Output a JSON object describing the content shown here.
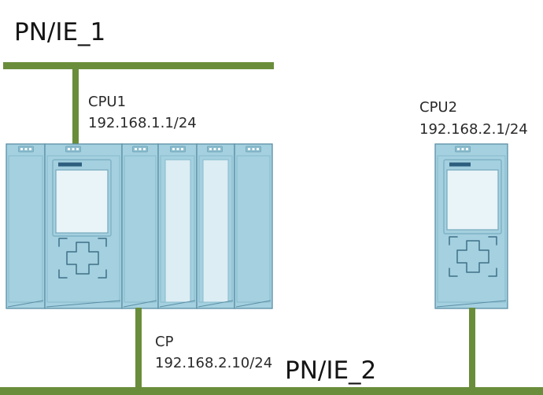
{
  "networks": [
    {
      "name": "PN/IE_1"
    },
    {
      "name": "PN/IE_2"
    }
  ],
  "devices": [
    {
      "name": "CPU1",
      "address": "192.168.1.1/24"
    },
    {
      "name": "CP",
      "address": "192.168.2.10/24"
    },
    {
      "name": "CPU2",
      "address": "192.168.2.1/24"
    }
  ],
  "colors": {
    "network_line": "#6a8d3b",
    "module_fill": "#a4d0df",
    "module_outline": "#5b8fa6",
    "display_fill": "#e8f4f8",
    "label_strip": "#2e5e7e"
  }
}
